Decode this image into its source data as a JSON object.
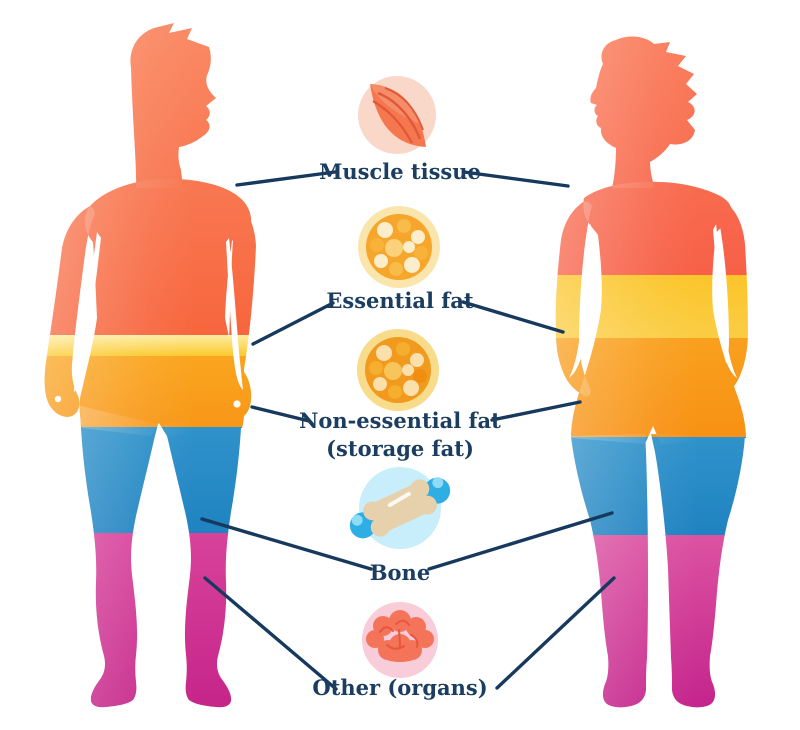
{
  "diagram": {
    "background_color": "#ffffff",
    "text_color": "#1b3e60",
    "connector_color": "#16395d",
    "labels": {
      "muscle": "Muscle tissue",
      "essential": "Essential fat",
      "non_essential": "Non-essential fat",
      "non_essential_sub": "(storage fat)",
      "bone": "Bone",
      "other": "Other (organs)"
    },
    "components": [
      {
        "name": "Muscle tissue",
        "icon": "muscle-icon",
        "band_color": "#f7683f"
      },
      {
        "name": "Essential fat",
        "icon": "fat-cells-icon",
        "band_color": "#fbc92c"
      },
      {
        "name": "Non-essential fat (storage fat)",
        "icon": "fat-cells-icon",
        "band_color": "#f9a01d"
      },
      {
        "name": "Bone",
        "icon": "bone-icon",
        "band_color": "#2a8ec7"
      },
      {
        "name": "Other (organs)",
        "icon": "brain-icon",
        "band_color": "#cd2d91"
      }
    ],
    "figures": [
      {
        "name": "male silhouette"
      },
      {
        "name": "female silhouette"
      }
    ]
  }
}
